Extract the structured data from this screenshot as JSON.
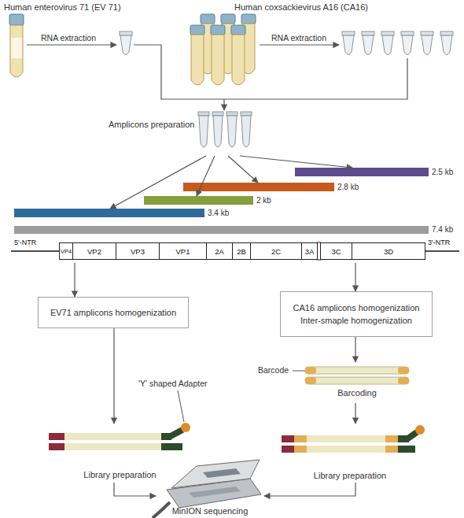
{
  "diagram": {
    "nodes": [
      {
        "text": [
          "Amplicons preparation"
        ]
      },
      {
        "text": [
          "2.5 kb"
        ]
      },
      {
        "text": [
          "2.8 kb"
        ]
      },
      {
        "text": [
          "2 kb"
        ]
      },
      {
        "text": [
          "3.4 kb"
        ]
      },
      {
        "text": [
          "7.4 kb"
        ]
      },
      {
        "text": [
          "5'-NTR",
          "3'-NTR"
        ]
      },
      {
        "text": [
          "VP4"
        ],
        "in": 6
      },
      {
        "text": [
          "VP2"
        ],
        "in": 6
      },
      {
        "text": [
          "VP3"
        ],
        "in": 6
      },
      {
        "text": [
          "VP1"
        ],
        "in": 6
      },
      {
        "text": [
          "2A"
        ],
        "in": 6
      },
      {
        "text": [
          "2B"
        ],
        "in": 6
      },
      {
        "text": [
          "2C"
        ],
        "in": 6
      },
      {
        "text": [
          "3A"
        ],
        "in": 6
      },
      {
        "text": [
          "3C"
        ],
        "in": 6
      },
      {
        "text": [
          "3D"
        ],
        "in": 6
      },
      {
        "text": [
          "EV71 amplicons homogenization"
        ]
      },
      {
        "text": [
          "CA16 amplicons homogenization",
          "Inter-smaple homogenization"
        ]
      },
      {
        "text": [
          "Barcoding"
        ]
      },
      {
        "text": [
          "Library preparation"
        ]
      },
      {
        "text": [
          "Library preparation"
        ]
      },
      {
        "text": [
          "MinION sequencing"
        ]
      }
    ],
    "edges": [
      {
        "from": 0,
        "to": 1,
        "arrow": "to"
      },
      {
        "from": 0,
        "to": 2,
        "arrow": "to"
      },
      {
        "from": 0,
        "to": 3,
        "arrow": "to"
      },
      {
        "from": 0,
        "to": 4,
        "arrow": "to"
      },
      {
        "from": 6,
        "to": 17,
        "arrow": "to"
      },
      {
        "from": 6,
        "to": 18,
        "arrow": "to"
      },
      {
        "from": 17,
        "to": 20,
        "arrow": "to"
      },
      {
        "from": 18,
        "to": 19,
        "arrow": "to"
      },
      {
        "from": 19,
        "to": 21,
        "arrow": "to"
      },
      {
        "from": 20,
        "to": 22,
        "arrow": "to"
      },
      {
        "from": 21,
        "to": 22,
        "arrow": "to"
      }
    ],
    "labels": [
      "Human enterovirus 71 (EV 71)",
      "Human coxsackievirus A16 (CA16)",
      "RNA extraction",
      "RNA extraction",
      "'Y' shaped Adapter",
      "Barcode"
    ]
  }
}
